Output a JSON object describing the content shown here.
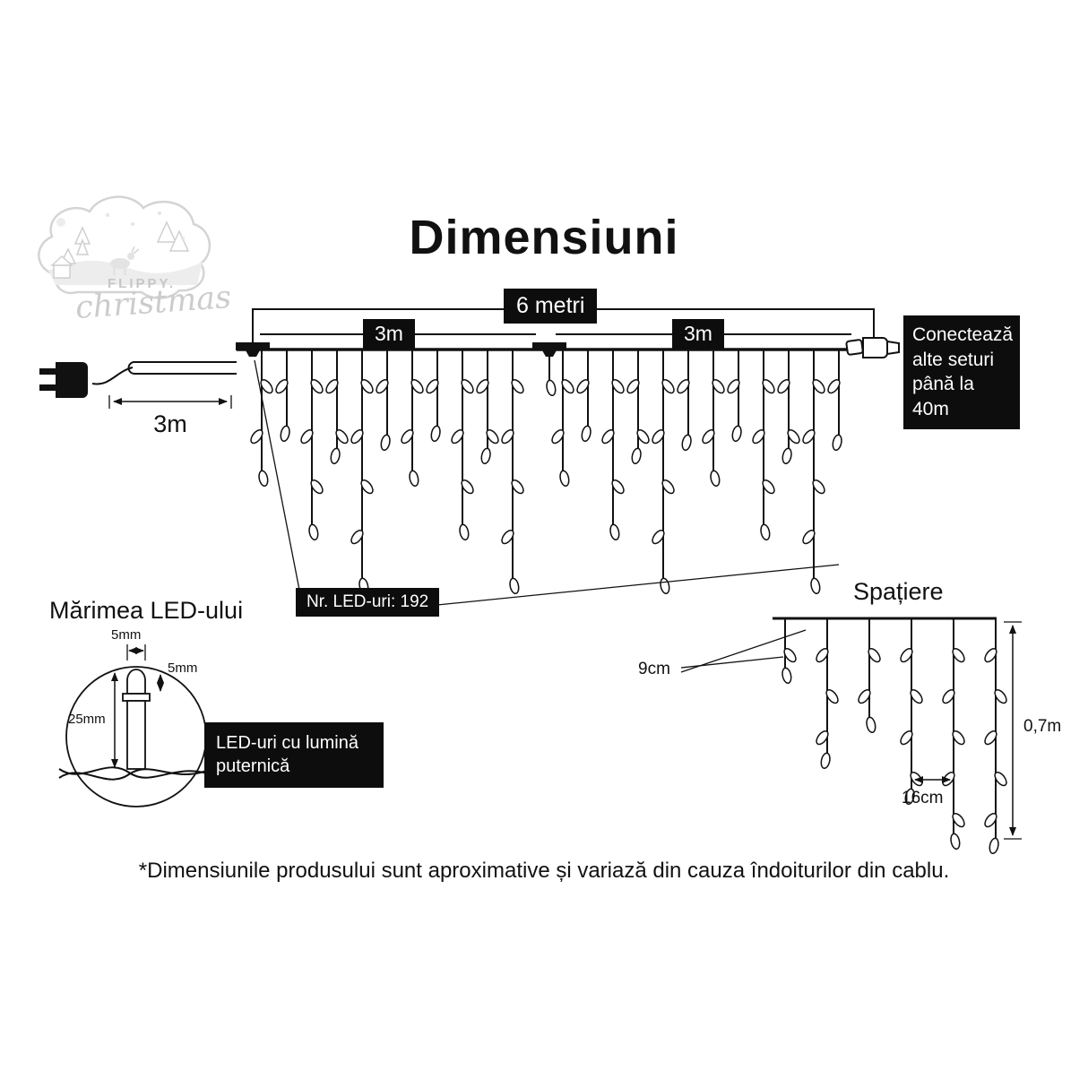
{
  "title": "Dimensiuni",
  "logo": {
    "brand_top": "FLIPPY.",
    "brand_script": "christmas"
  },
  "main_diagram": {
    "total_length_label": "6 metri",
    "left_half_label": "3m",
    "right_half_label": "3m",
    "lead_length_label": "3m",
    "connector_note": "Conectează alte seturi până la 40m",
    "led_count_label": "Nr. LED-uri: 192"
  },
  "led_size": {
    "heading": "Mărimea LED-ului",
    "bulb_width_label": "5mm",
    "bulb_height_label": "5mm",
    "led_length_label": "25mm",
    "note": "LED-uri cu lumină puternică"
  },
  "spacing": {
    "heading": "Spațiere",
    "vertical_gap_label": "9cm",
    "horizontal_gap_label": "16cm",
    "drop_height_label": "0,7m"
  },
  "footnote": "*Dimensiunile produsului sunt aproximative și variază din cauza îndoiturilor din cablu.",
  "colors": {
    "ink": "#111111",
    "badge_bg": "#0d0d0d",
    "logo_gray": "#cccccc"
  }
}
